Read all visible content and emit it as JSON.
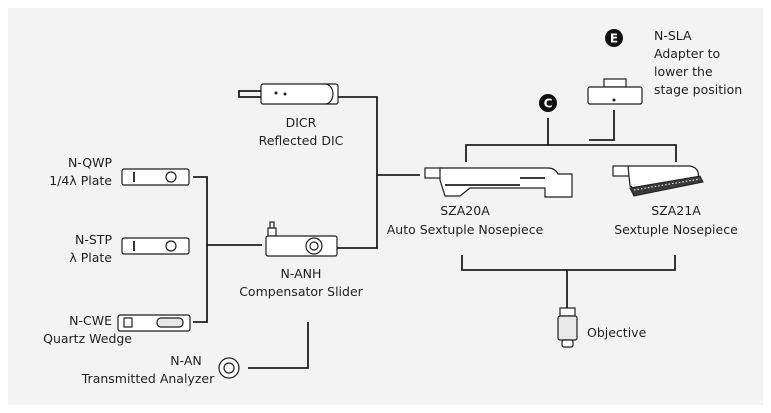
{
  "components": {
    "n_sla": {
      "name": "N-SLA",
      "desc1": "Adapter to",
      "desc2": "lower the",
      "desc3": "stage position"
    },
    "dicr": {
      "name": "DICR",
      "desc": "Reflected DIC"
    },
    "n_qwp": {
      "name": "N-QWP",
      "desc": "1/4λ Plate"
    },
    "n_stp": {
      "name": "N-STP",
      "desc": "λ Plate"
    },
    "n_cwe": {
      "name": "N-CWE",
      "desc": "Quartz Wedge"
    },
    "n_anh": {
      "name": "N-ANH",
      "desc": "Compensator Slider"
    },
    "n_an": {
      "name": "N-AN",
      "desc": "Transmitted Analyzer"
    },
    "sza20a": {
      "name": "SZA20A",
      "desc": "Auto Sextuple Nosepiece"
    },
    "sza21a": {
      "name": "SZA21A",
      "desc": "Sextuple Nosepiece"
    },
    "objective": {
      "label": "Objective"
    }
  },
  "markers": {
    "c": "C",
    "e": "E"
  }
}
